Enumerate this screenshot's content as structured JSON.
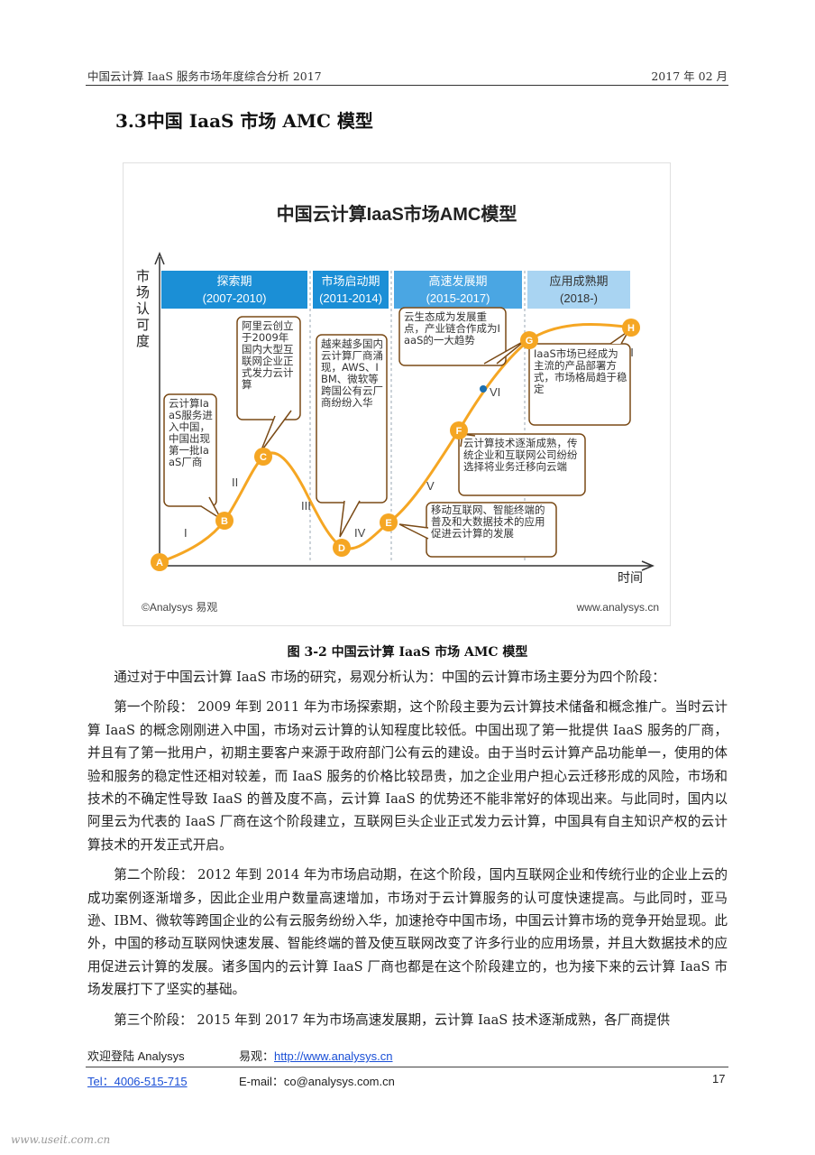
{
  "header": {
    "left": "中国云计算 IaaS 服务市场年度综合分析 2017",
    "right": "2017 年 02 月"
  },
  "section_title": "3.3中国 IaaS 市场 AMC 模型",
  "figure": {
    "title": "中国云计算IaaS市场AMC模型",
    "y_axis_label": "市场认可度",
    "x_axis_label": "时间",
    "phases": [
      {
        "name": "探索期",
        "years": "(2007-2010)",
        "color": "#1b8fd6"
      },
      {
        "name": "市场启动期",
        "years": "(2011-2014)",
        "color": "#1b8fd6"
      },
      {
        "name": "高速发展期",
        "years": "(2015-2017)",
        "color": "#4aa6e3"
      },
      {
        "name": "应用成熟期",
        "years": "(2018-)",
        "color": "#a9d4f2"
      }
    ],
    "points": [
      "A",
      "B",
      "C",
      "D",
      "E",
      "F",
      "G",
      "H"
    ],
    "roman": [
      "I",
      "II",
      "III",
      "IV",
      "V",
      "VI",
      "VII"
    ],
    "callouts": {
      "b": "云计算IaaS服务进入中国，中国出现第一批IaaS厂商",
      "c": "阿里云创立于2009年国内大型互联网企业正式发力云计算",
      "d": "越来越多国内云计算厂商涌现，AWS、IBM、微软等跨国公有云厂商纷纷入华",
      "e": "移动互联网、智能终端的普及和大数据技术的应用促进云计算的发展",
      "f": "云计算技术逐渐成熟，传统企业和互联网公司纷纷选择将业务迁移向云端",
      "g": "云生态成为发展重点，产业链合作成为IaaS的一大趋势",
      "h": "IaaS市场已经成为主流的产品部署方式，市场格局趋于稳定"
    },
    "credit_left": "©Analysys 易观",
    "credit_right": "www.analysys.cn",
    "accent_orange": "#f5a623",
    "callout_border": "#7a4a16"
  },
  "caption": "图 3-2 中国云计算 IaaS 市场 AMC 模型",
  "paragraphs": [
    "通过对于中国云计算 IaaS 市场的研究，易观分析认为：中国的云计算市场主要分为四个阶段：",
    "第一个阶段： 2009 年到 2011 年为市场探索期，这个阶段主要为云计算技术储备和概念推广。当时云计算 IaaS 的概念刚刚进入中国，市场对云计算的认知程度比较低。中国出现了第一批提供 IaaS 服务的厂商， 并且有了第一批用户，初期主要客户来源于政府部门公有云的建设。由于当时云计算产品功能单一，使用的体验和服务的稳定性还相对较差，而 IaaS 服务的价格比较昂贵，加之企业用户担心云迁移形成的风险，市场和技术的不确定性导致 IaaS 的普及度不高，云计算 IaaS 的优势还不能非常好的体现出来。与此同时，国内以阿里云为代表的 IaaS 厂商在这个阶段建立，互联网巨头企业正式发力云计算，中国具有自主知识产权的云计算技术的开发正式开启。",
    "第二个阶段： 2012 年到 2014 年为市场启动期，在这个阶段，国内互联网企业和传统行业的企业上云的成功案例逐渐增多，因此企业用户数量高速增加，市场对于云计算服务的认可度快速提高。与此同时，亚马逊、IBM、微软等跨国企业的公有云服务纷纷入华，加速抢夺中国市场，中国云计算市场的竞争开始显现。此外，中国的移动互联网快速发展、智能终端的普及使互联网改变了许多行业的应用场景，并且大数据技术的应用促进云计算的发展。诸多国内的云计算 IaaS 厂商也都是在这个阶段建立的，也为接下来的云计算 IaaS 市场发展打下了坚实的基础。",
    "第三个阶段： 2015 年到 2017 年为市场高速发展期，云计算 IaaS 技术逐渐成熟，各厂商提供"
  ],
  "footer": {
    "welcome": "欢迎登陆 Analysys",
    "site_label": "易观：",
    "site_url": "http://www.analysys.cn",
    "tel": "Tel：4006-515-715",
    "email": "E-mail：co@analysys.com.cn",
    "page": "17"
  },
  "watermark": "www.useit.com.cn"
}
